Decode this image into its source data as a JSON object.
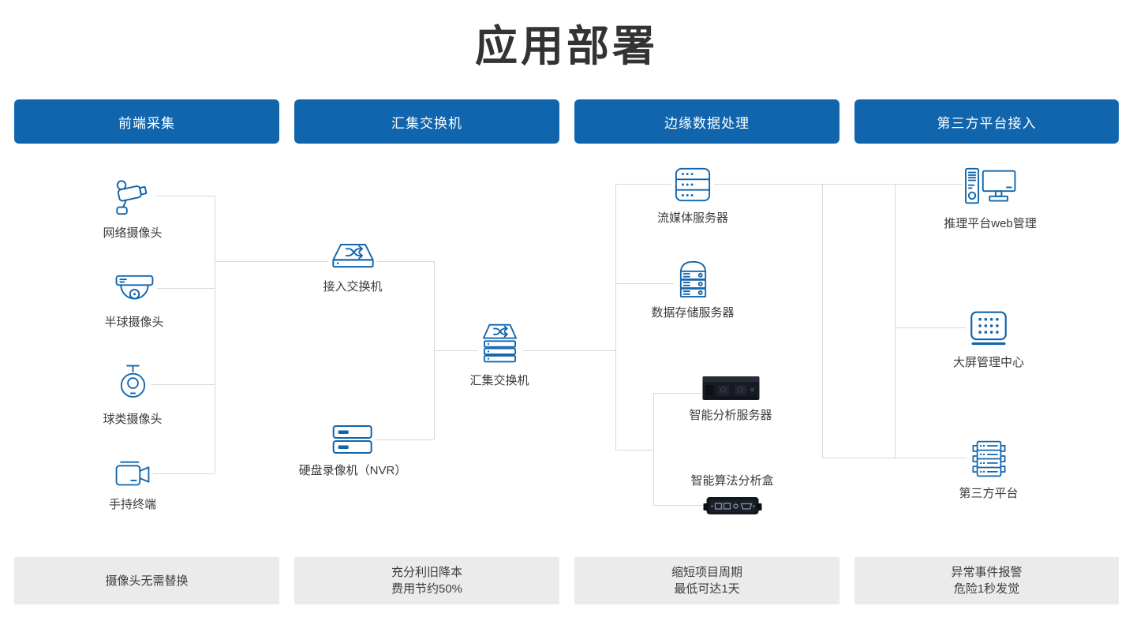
{
  "title": "应用部署",
  "colors": {
    "accent": "#1065ac",
    "connector_line": "#d9d9d9",
    "text": "#333333",
    "footer_bg": "#ebebeb",
    "device_photo_dark": "#171a22"
  },
  "columns": [
    {
      "header": "前端采集",
      "footer_lines": [
        "摄像头无需替换"
      ]
    },
    {
      "header": "汇集交换机",
      "footer_lines": [
        "充分利旧降本",
        "费用节约50%"
      ]
    },
    {
      "header": "边缘数据处理",
      "footer_lines": [
        "缩短项目周期",
        "最低可达1天"
      ]
    },
    {
      "header": "第三方平台接入",
      "footer_lines": [
        "异常事件报警",
        "危险1秒发觉"
      ]
    }
  ],
  "nodes": {
    "network_camera": "网络摄像头",
    "dome_camera": "半球摄像头",
    "ball_camera": "球类摄像头",
    "handheld_terminal": "手持终端",
    "access_switch": "接入交换机",
    "nvr": "硬盘录像机（NVR）",
    "aggregation_switch": "汇集交换机",
    "streaming_server": "流媒体服务器",
    "storage_server": "数据存储服务器",
    "analysis_server": "智能分析服务器",
    "algorithm_box": "智能算法分析盒",
    "inference_web": "推理平台web管理",
    "big_screen": "大屏管理中心",
    "third_party": "第三方平台"
  },
  "icons": {
    "network_camera": "bullet-camera-icon",
    "dome_camera": "dome-camera-icon",
    "ball_camera": "ptz-camera-icon",
    "handheld_terminal": "video-camera-icon",
    "access_switch": "switch-shuffle-icon",
    "nvr": "nvr-recorder-icon",
    "aggregation_switch": "stacked-switch-shuffle-icon",
    "streaming_server": "server-rack-dots-icon",
    "storage_server": "storage-server-icon",
    "analysis_server": "rack-server-photo",
    "algorithm_box": "edge-box-photo",
    "inference_web": "desktop-computer-icon",
    "big_screen": "led-wall-icon",
    "third_party": "platform-server-icon"
  }
}
